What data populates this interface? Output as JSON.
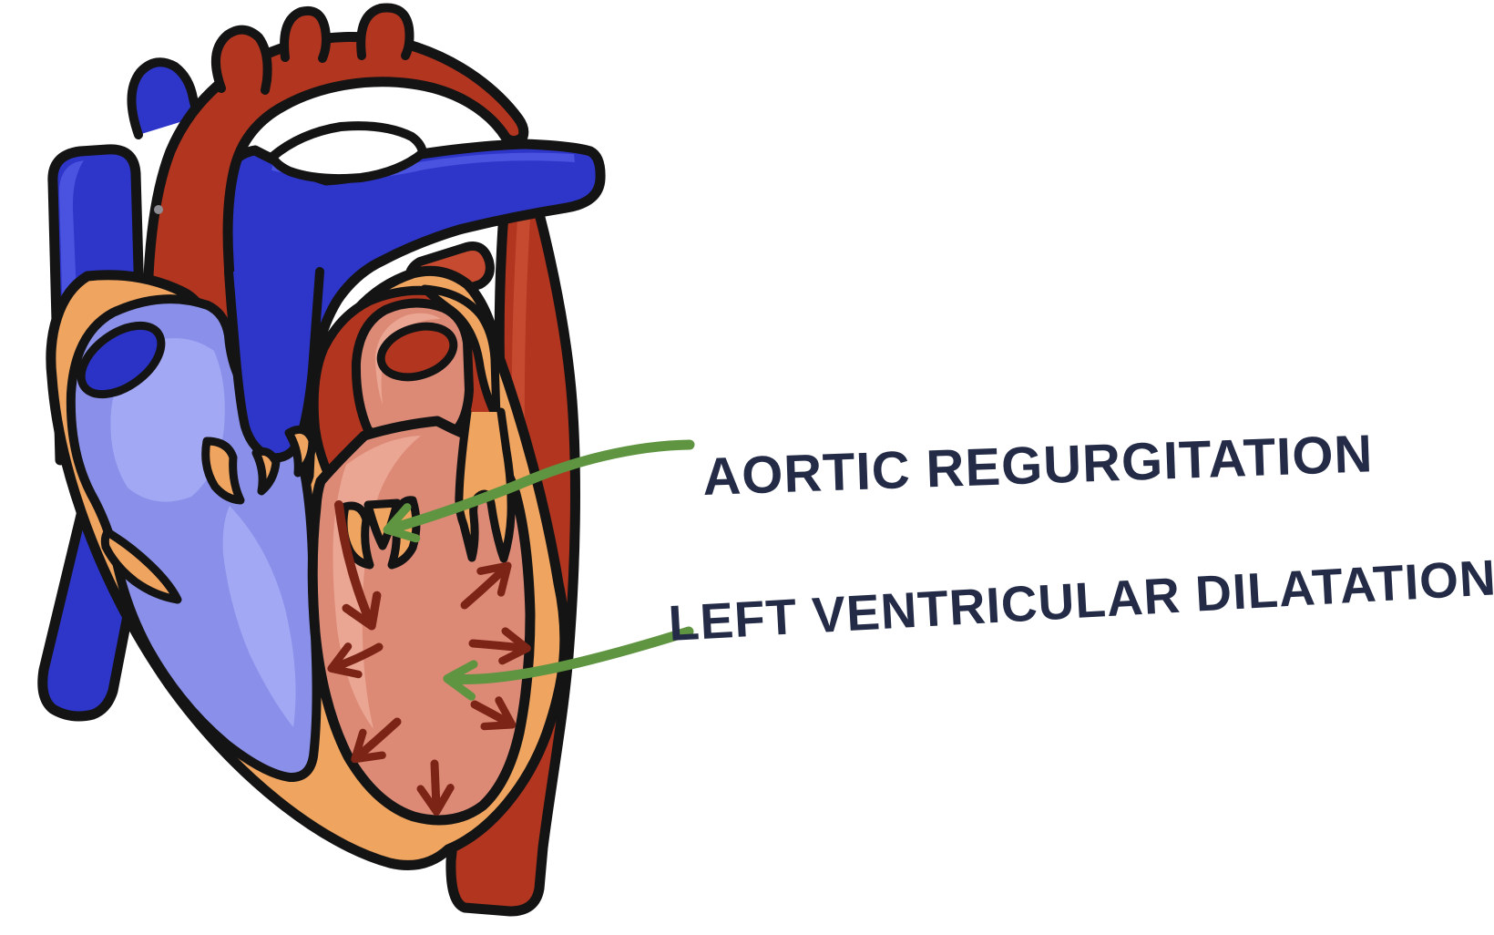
{
  "annotations": {
    "aortic_regurgitation_label": "AORTIC REGURGITATION",
    "left_ventricular_dilatation_label": "LEFT VENTRICULAR DILATATION"
  },
  "figure": {
    "type": "hand-drawn heart cross-section diagram",
    "regurgitation_arrow": {
      "count": 1,
      "direction": "backward through aortic valve into left ventricle"
    },
    "dilatation_arrows": {
      "count": 6,
      "direction": "outward against dilated left ventricular wall"
    },
    "annotation_arrows": {
      "count": 2,
      "color_name": "green"
    },
    "parts": [
      "aortic-arch",
      "aortic-arch-branches",
      "ascending-aorta",
      "descending-aorta",
      "pulmonary-artery",
      "superior-vena-cava",
      "inferior-vena-cava",
      "right-atrium",
      "right-ventricle",
      "tricuspid-valve",
      "left-atrium",
      "left-ventricle",
      "mitral-valve",
      "aortic-valve",
      "myocardium"
    ]
  },
  "palette": {
    "outline": "#141414",
    "artery_red": "#b23520",
    "artery_red_light": "#c64a2f",
    "vein_blue": "#2e35c9",
    "vein_blue_light": "#4a52e0",
    "chamber_blue": "#8a90ea",
    "chamber_blue_light": "#a2a8f4",
    "chamber_blue_dark": "#2b33c6",
    "myocardium_orange": "#efa45f",
    "ventricle_salmon": "#dc8a76",
    "ventricle_salmon_light": "#eaa693",
    "arrow_dark_red": "#7c2517",
    "annotation_green": "#5f9441",
    "label_navy": "#242b47"
  }
}
